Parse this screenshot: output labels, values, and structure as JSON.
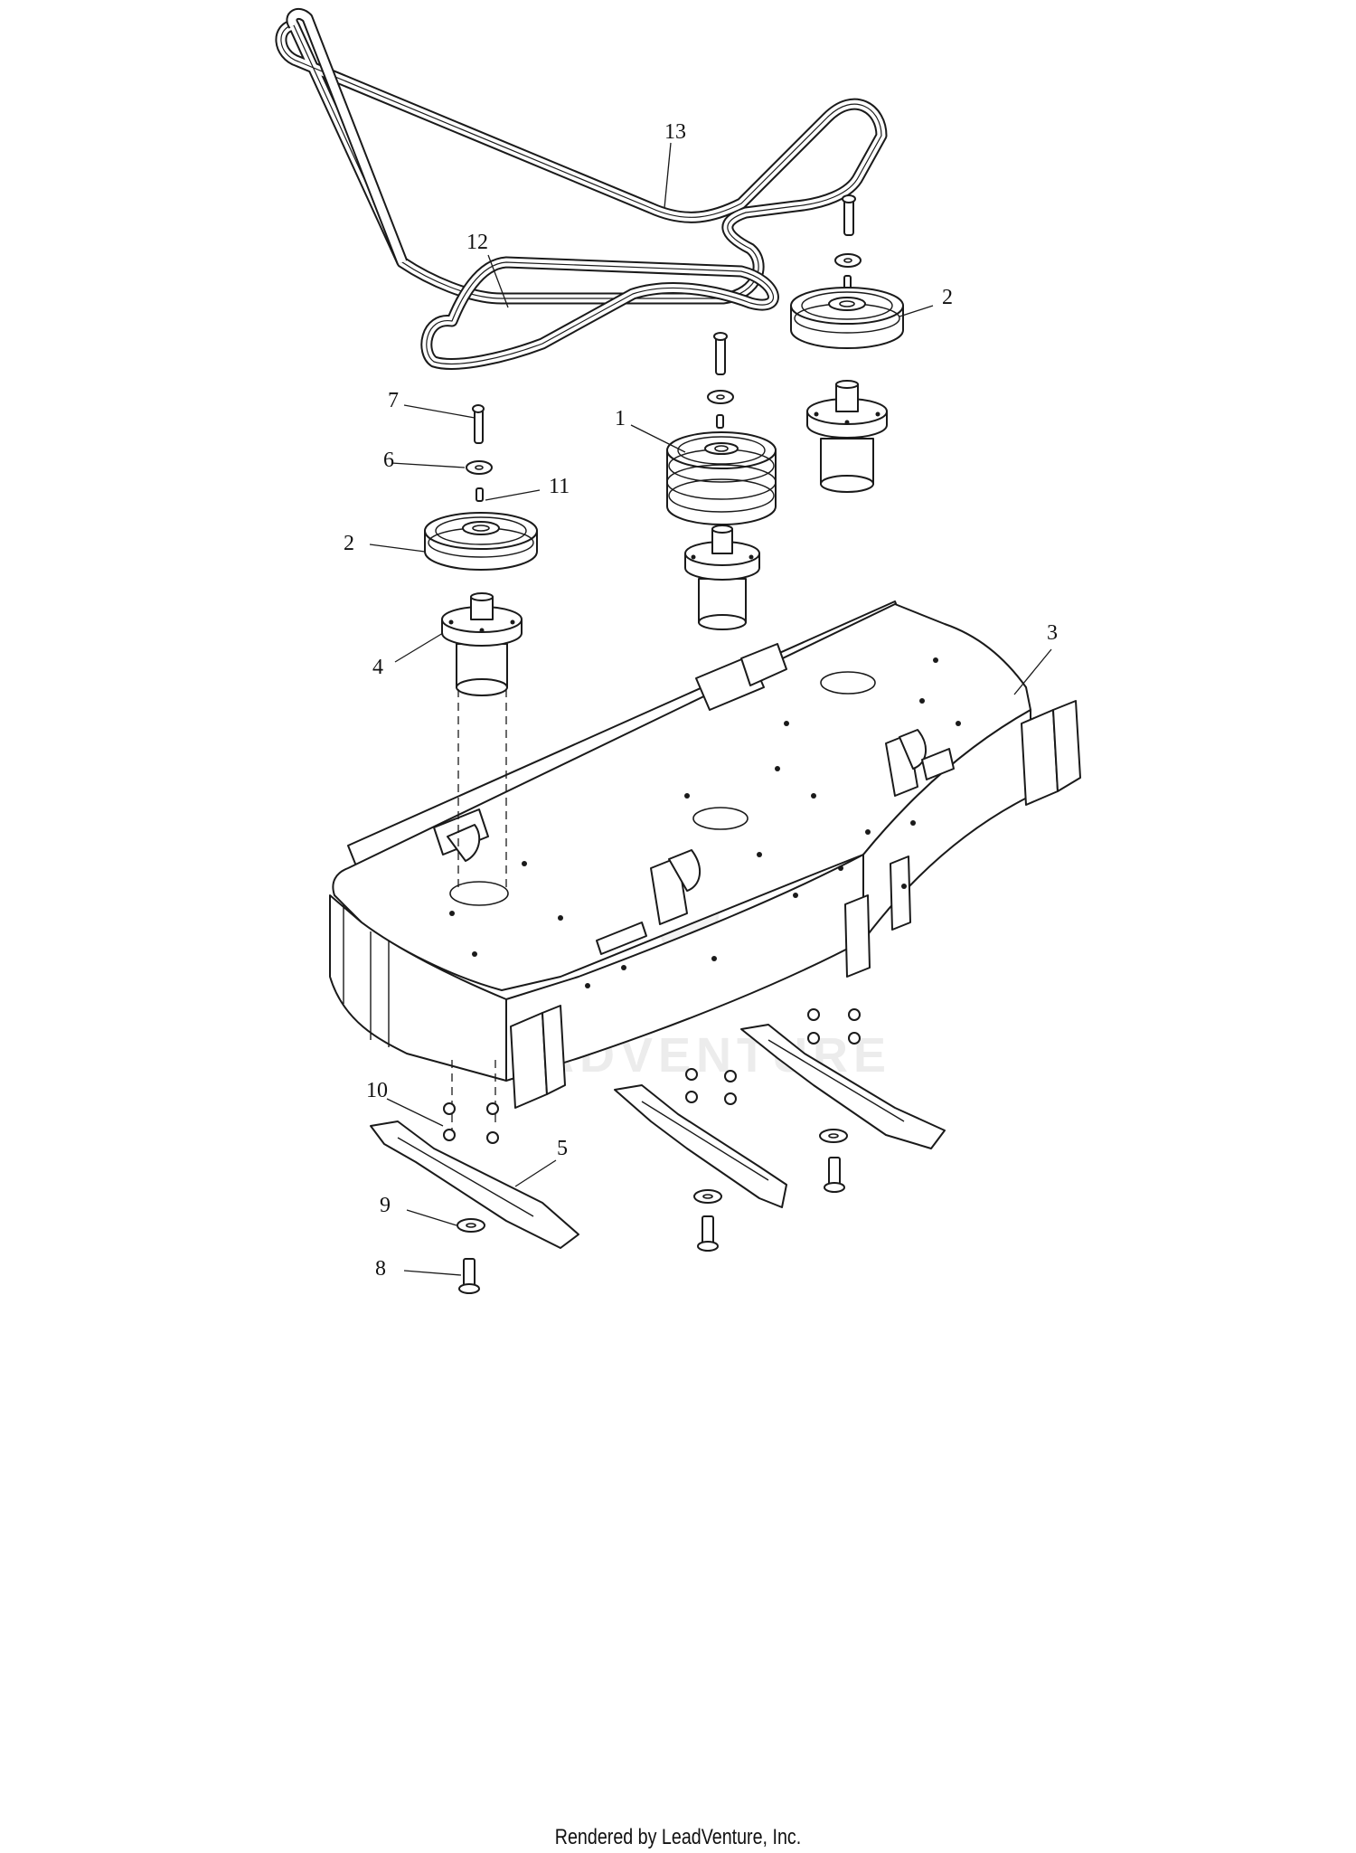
{
  "diagram": {
    "callouts": [
      {
        "id": "c1",
        "text": "1"
      },
      {
        "id": "c2a",
        "text": "2"
      },
      {
        "id": "c2b",
        "text": "2"
      },
      {
        "id": "c3",
        "text": "3"
      },
      {
        "id": "c4",
        "text": "4"
      },
      {
        "id": "c5",
        "text": "5"
      },
      {
        "id": "c6",
        "text": "6"
      },
      {
        "id": "c7",
        "text": "7"
      },
      {
        "id": "c8",
        "text": "8"
      },
      {
        "id": "c9",
        "text": "9"
      },
      {
        "id": "c10",
        "text": "10"
      },
      {
        "id": "c11",
        "text": "11"
      },
      {
        "id": "c12",
        "text": "12"
      },
      {
        "id": "c13",
        "text": "13"
      }
    ],
    "watermark": "LEADVENTURE",
    "colors": {
      "line": "#1a1a1a",
      "background": "#ffffff",
      "watermark": "#ececec"
    }
  },
  "footer": {
    "text": "Rendered by LeadVenture, Inc."
  }
}
